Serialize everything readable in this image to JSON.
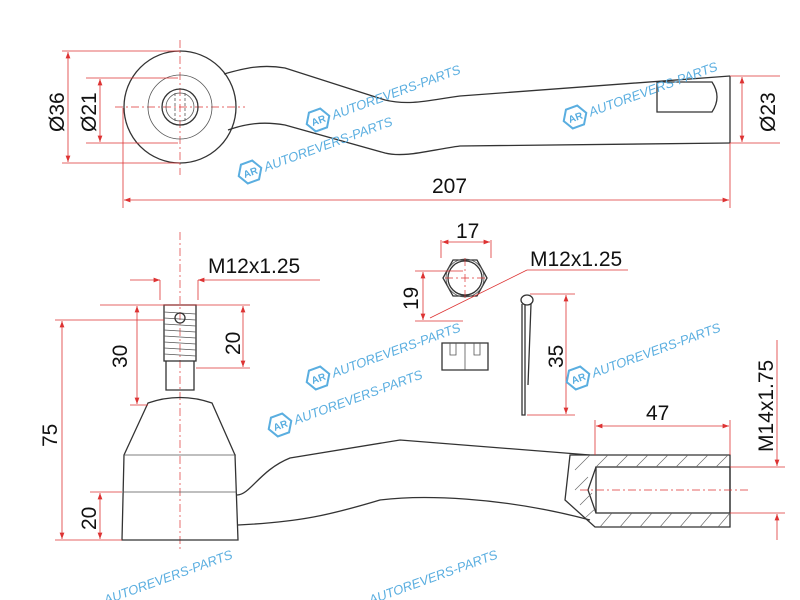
{
  "drawing": {
    "top_view": {
      "dia_outer": "Ø36",
      "dia_inner": "Ø21",
      "dia_shaft": "Ø23",
      "overall_length": "207"
    },
    "nut": {
      "width_flats": "17",
      "height": "19",
      "thread": "M12x1.25"
    },
    "cotter_pin": {
      "length": "35"
    },
    "side_view": {
      "stud_thread": "M12x1.25",
      "stud_length": "30",
      "thread_length": "20",
      "height_total": "75",
      "base_height": "20",
      "bore_depth": "47",
      "bore_thread": "M14x1.75"
    }
  },
  "watermark": {
    "text": "AUTOREVERS-PARTS",
    "logo": "AR",
    "color": "#5aaee0"
  },
  "colors": {
    "outline": "#333333",
    "dimension": "#dd3333"
  }
}
